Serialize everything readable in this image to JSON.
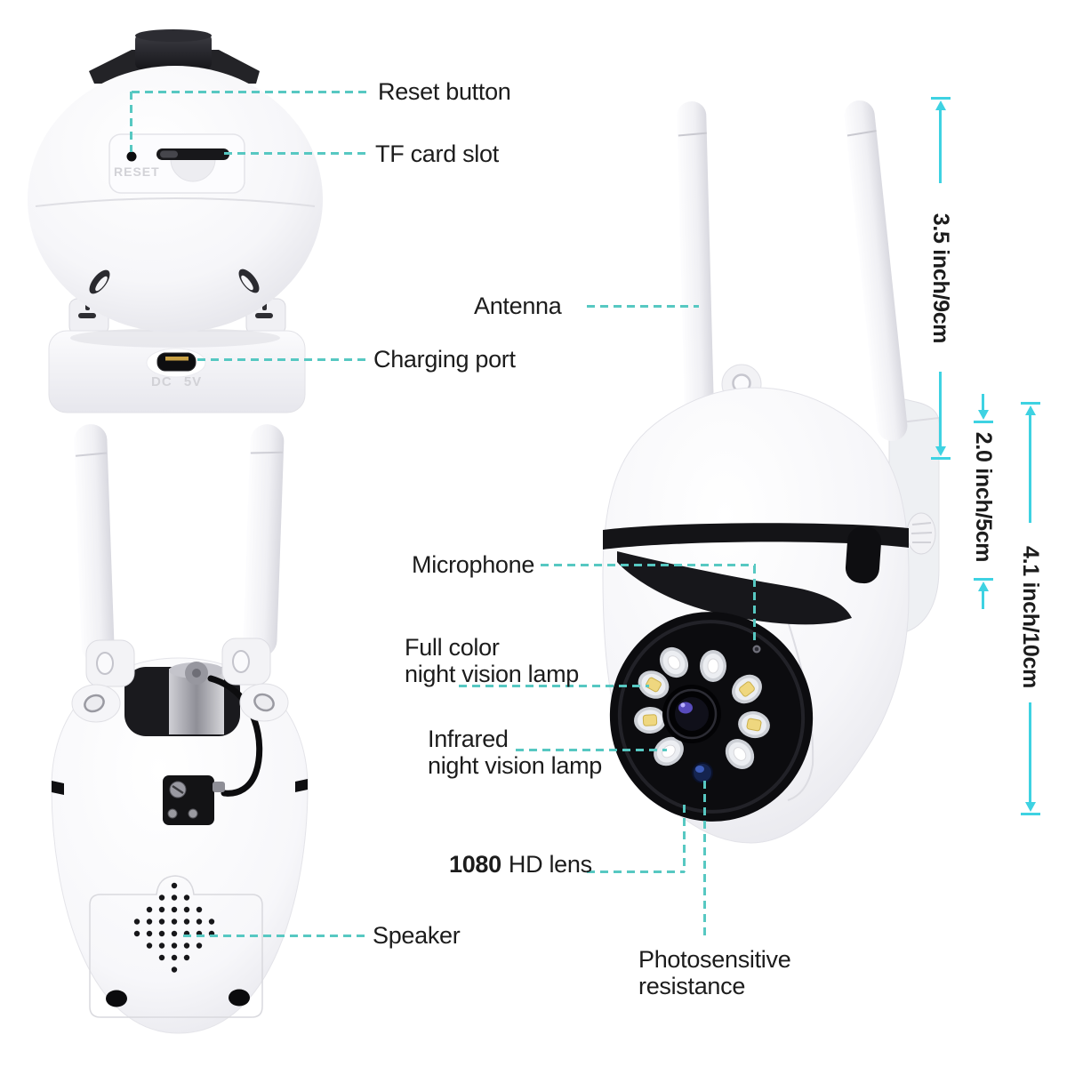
{
  "meta": {
    "type": "product-annotation-diagram",
    "subject": "WiFi PTZ security camera exploded feature views"
  },
  "colors": {
    "callout_line": "#57c8c2",
    "dimension_line": "#3ed2e2",
    "label_text": "#1c1c1c",
    "embossed_text": "#d2d2d7",
    "led_yellow": "#efd77f",
    "lens_glint": "#584bbd",
    "photoresistor_blue": "#3d5cb8"
  },
  "callouts": {
    "reset": "Reset button",
    "tf_card": "TF card slot",
    "antenna": "Antenna",
    "charging": "Charging port",
    "microphone": "Microphone",
    "full_color_line1": "Full color",
    "full_color_line2": "night vision lamp",
    "infrared_line1": "Infrared",
    "infrared_line2": "night vision lamp",
    "lens_number": "1080",
    "lens_rest": "HD lens",
    "speaker": "Speaker",
    "photosensitive_line1": "Photosensitive",
    "photosensitive_line2": "resistance"
  },
  "engravings": {
    "reset": "RESET",
    "power": "DC 5V"
  },
  "dimensions": {
    "antenna_height": "3.5 inch/9cm",
    "head_height": "2.0 inch/5cm",
    "body_height": "4.1 inch/10cm"
  }
}
